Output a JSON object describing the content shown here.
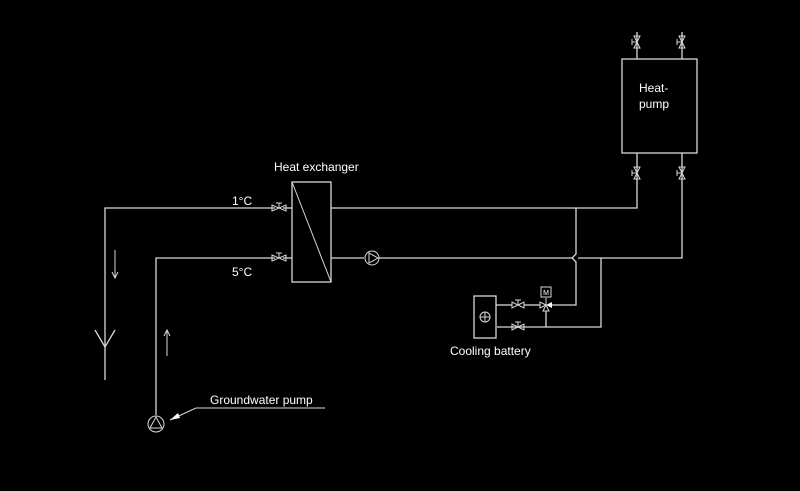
{
  "diagram": {
    "title": "Groundwater cooling schematic",
    "colors": {
      "background": "#000000",
      "line": "#d8d8d8",
      "text": "#ffffff"
    },
    "labels": {
      "heat_exchanger": "Heat exchanger",
      "heat_pump_line1": "Heat-",
      "heat_pump_line2": "pump",
      "temp_supply": "1°C",
      "temp_return": "5°C",
      "cooling_battery": "Cooling battery",
      "groundwater_pump": "Groundwater pump",
      "motor": "M"
    },
    "components": [
      {
        "id": "heat-exchanger",
        "type": "plate heat exchanger"
      },
      {
        "id": "heat-pump",
        "type": "heat pump"
      },
      {
        "id": "circulation-pump",
        "type": "pump"
      },
      {
        "id": "groundwater-pump",
        "type": "submersible pump"
      },
      {
        "id": "cooling-battery",
        "type": "cooling coil"
      },
      {
        "id": "three-way-valve",
        "type": "motorized 3-way valve"
      },
      {
        "id": "infiltration-well",
        "type": "return well"
      }
    ],
    "flow_directions": [
      "down (supply well)",
      "up (groundwater)"
    ]
  }
}
